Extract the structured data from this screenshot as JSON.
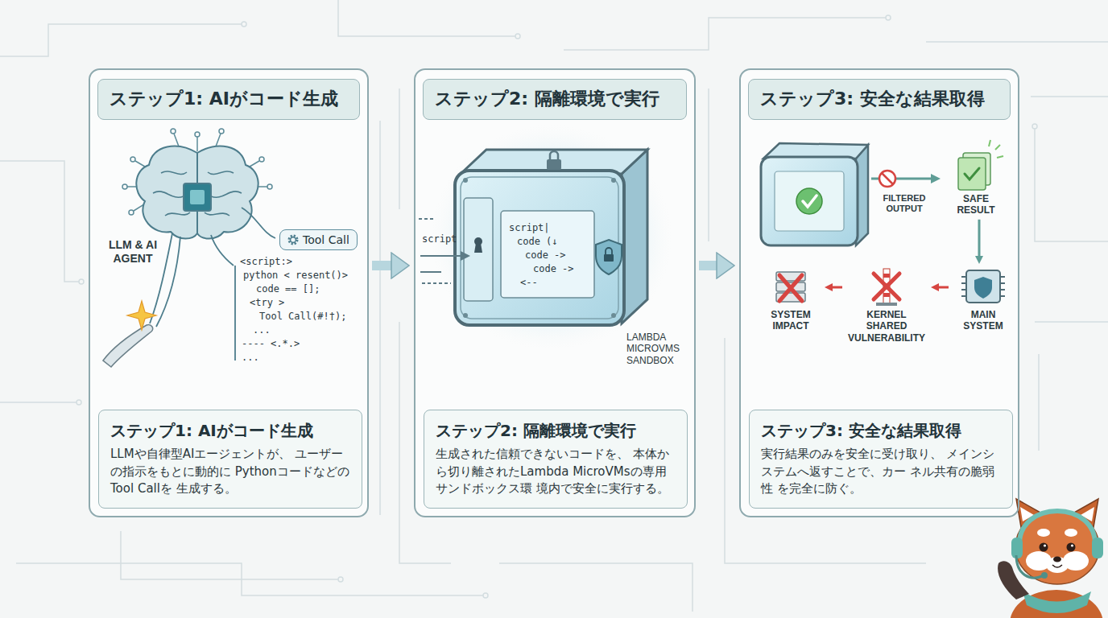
{
  "diagram": {
    "nodes": [
      {
        "text": [
          "ステップ1: AIがコード生成"
        ]
      },
      {
        "text": [
          "Tool Call"
        ],
        "in": 0
      },
      {
        "text": [
          "ステップ1: AIがコード生成",
          "LLMや自律型AIエージェントが、 ユーザーの指示をもとに動的に PythonコードなどのTool Callを 生成する。"
        ],
        "in": 0
      },
      {
        "text": [
          "ステップ2: 隔離環境で実行"
        ]
      },
      {
        "text": [
          "ステップ2: 隔離環境で実行",
          "生成された信頼できないコードを、 本体から切り離されたLambda MicroVMsの専用サンドボックス環 境内で安全に実行する。"
        ],
        "in": 3
      },
      {
        "text": [
          "ステップ3: 安全な結果取得"
        ]
      },
      {
        "text": [
          "SAFE RESULT"
        ],
        "in": 5
      },
      {
        "text": [
          "MAIN SYSTEM"
        ],
        "in": 5
      },
      {
        "text": [
          "KERNEL SHARED VULNERABILITY"
        ],
        "in": 5
      },
      {
        "text": [
          "SYSTEM IMPACT"
        ],
        "in": 5
      },
      {
        "text": [
          "ステップ3: 安全な結果取得",
          "実行結果のみを安全に受け取り、 メインシステムへ返すことで、カー ネル共有の脆弱性 を完全に防ぐ。"
        ],
        "in": 5
      }
    ],
    "edges": [
      {
        "from": 0,
        "to": 3,
        "arrow": "to"
      },
      {
        "from": 3,
        "to": 5,
        "arrow": "to"
      },
      {
        "from": 6,
        "to": 7,
        "arrow": "to"
      },
      {
        "from": 7,
        "to": 8,
        "arrow": "to"
      },
      {
        "from": 8,
        "to": 9,
        "arrow": "to"
      }
    ],
    "labels": [
      "LLM & AI AGENT",
      "<script:>",
      "python < resent()>",
      "code == [];",
      "<try >",
      "Tool Call(#!†);",
      "...",
      "---- <.*.>",
      "...",
      "script",
      "script|",
      "code (↓",
      "code ->",
      "code ->",
      "<--",
      "LAMBDA MICROVMS SANDBOX",
      "FILTERED OUTPUT"
    ]
  }
}
